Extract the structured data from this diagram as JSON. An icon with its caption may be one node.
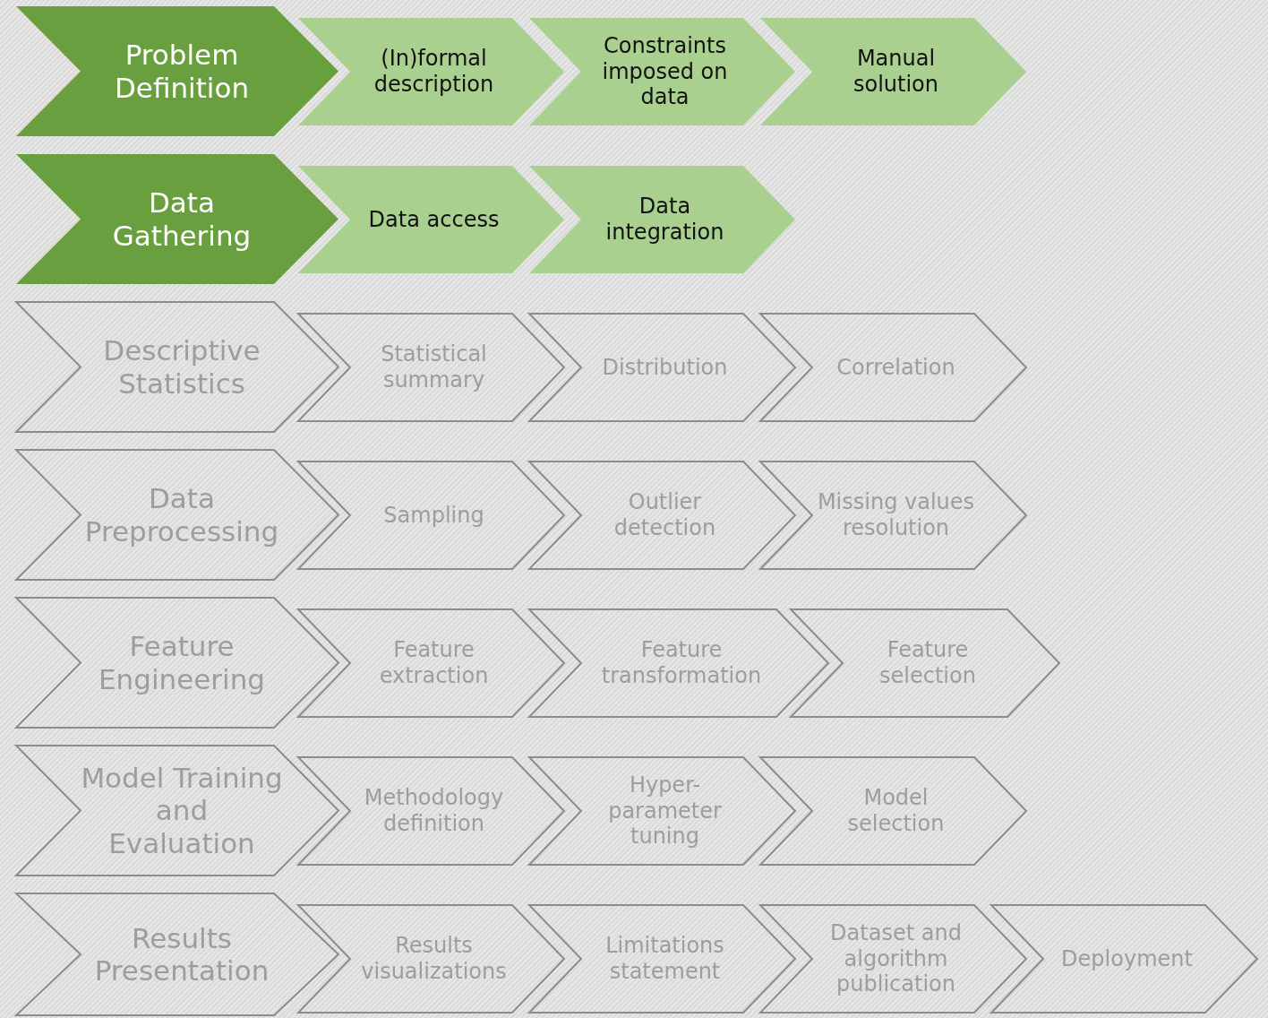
{
  "diagram": {
    "nodes": [
      {
        "text": [
          "Problem Definition"
        ]
      },
      {
        "text": [
          "(In)formal description"
        ]
      },
      {
        "text": [
          "Constraints imposed on data"
        ]
      },
      {
        "text": [
          "Manual solution"
        ]
      },
      {
        "text": [
          "Data Gathering"
        ]
      },
      {
        "text": [
          "Data access"
        ]
      },
      {
        "text": [
          "Data integration"
        ]
      },
      {
        "text": [
          "Descriptive Statistics"
        ]
      },
      {
        "text": [
          "Statistical summary"
        ]
      },
      {
        "text": [
          "Distribution"
        ]
      },
      {
        "text": [
          "Correlation"
        ]
      },
      {
        "text": [
          "Data Preprocessing"
        ]
      },
      {
        "text": [
          "Sampling"
        ]
      },
      {
        "text": [
          "Outlier detection"
        ]
      },
      {
        "text": [
          "Missing values resolution"
        ]
      },
      {
        "text": [
          "Feature Engineering"
        ]
      },
      {
        "text": [
          "Feature extraction"
        ]
      },
      {
        "text": [
          "Feature transformation"
        ]
      },
      {
        "text": [
          "Feature selection"
        ]
      },
      {
        "text": [
          "Model Training and Evaluation"
        ]
      },
      {
        "text": [
          "Methodology definition"
        ]
      },
      {
        "text": [
          "Hyper-parameter tuning"
        ]
      },
      {
        "text": [
          "Model selection"
        ]
      },
      {
        "text": [
          "Results Presentation"
        ]
      },
      {
        "text": [
          "Results visualizations"
        ]
      },
      {
        "text": [
          "Limitations statement"
        ]
      },
      {
        "text": [
          "Dataset and algorithm publication"
        ]
      },
      {
        "text": [
          "Deployment"
        ]
      }
    ]
  }
}
